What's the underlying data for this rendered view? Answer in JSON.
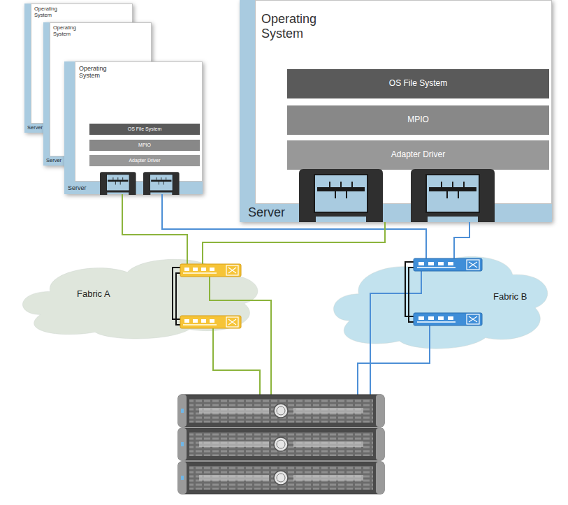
{
  "diagram": {
    "nodes": [
      {
        "text": [
          "Server"
        ]
      },
      {
        "text": [
          "Operating System"
        ],
        "in": 0
      },
      {
        "text": [
          "Server"
        ]
      },
      {
        "text": [
          "Operating System"
        ],
        "in": 2
      },
      {
        "text": [
          "Server"
        ]
      },
      {
        "text": [
          "Operating System"
        ],
        "in": 4
      },
      {
        "text": [
          "OS File System"
        ],
        "in": 5
      },
      {
        "text": [
          "MPIO"
        ],
        "in": 5
      },
      {
        "text": [
          "Adapter Driver"
        ],
        "in": 5
      },
      {
        "text": [
          "Server"
        ]
      },
      {
        "text": [
          "Operating System"
        ],
        "in": 9
      },
      {
        "text": [
          "OS File System"
        ],
        "in": 10
      },
      {
        "text": [
          "MPIO"
        ],
        "in": 10
      },
      {
        "text": [
          "Adapter Driver"
        ],
        "in": 10
      },
      {
        "text": [
          "Fabric A"
        ]
      },
      {
        "text": [
          "Fabric B"
        ]
      }
    ],
    "edges": [
      {
        "from": 4,
        "to": 14,
        "arrow": "none"
      },
      {
        "from": 4,
        "to": 15,
        "arrow": "none"
      },
      {
        "from": 9,
        "to": 14,
        "arrow": "none"
      },
      {
        "from": 9,
        "to": 15,
        "arrow": "none"
      }
    ]
  }
}
